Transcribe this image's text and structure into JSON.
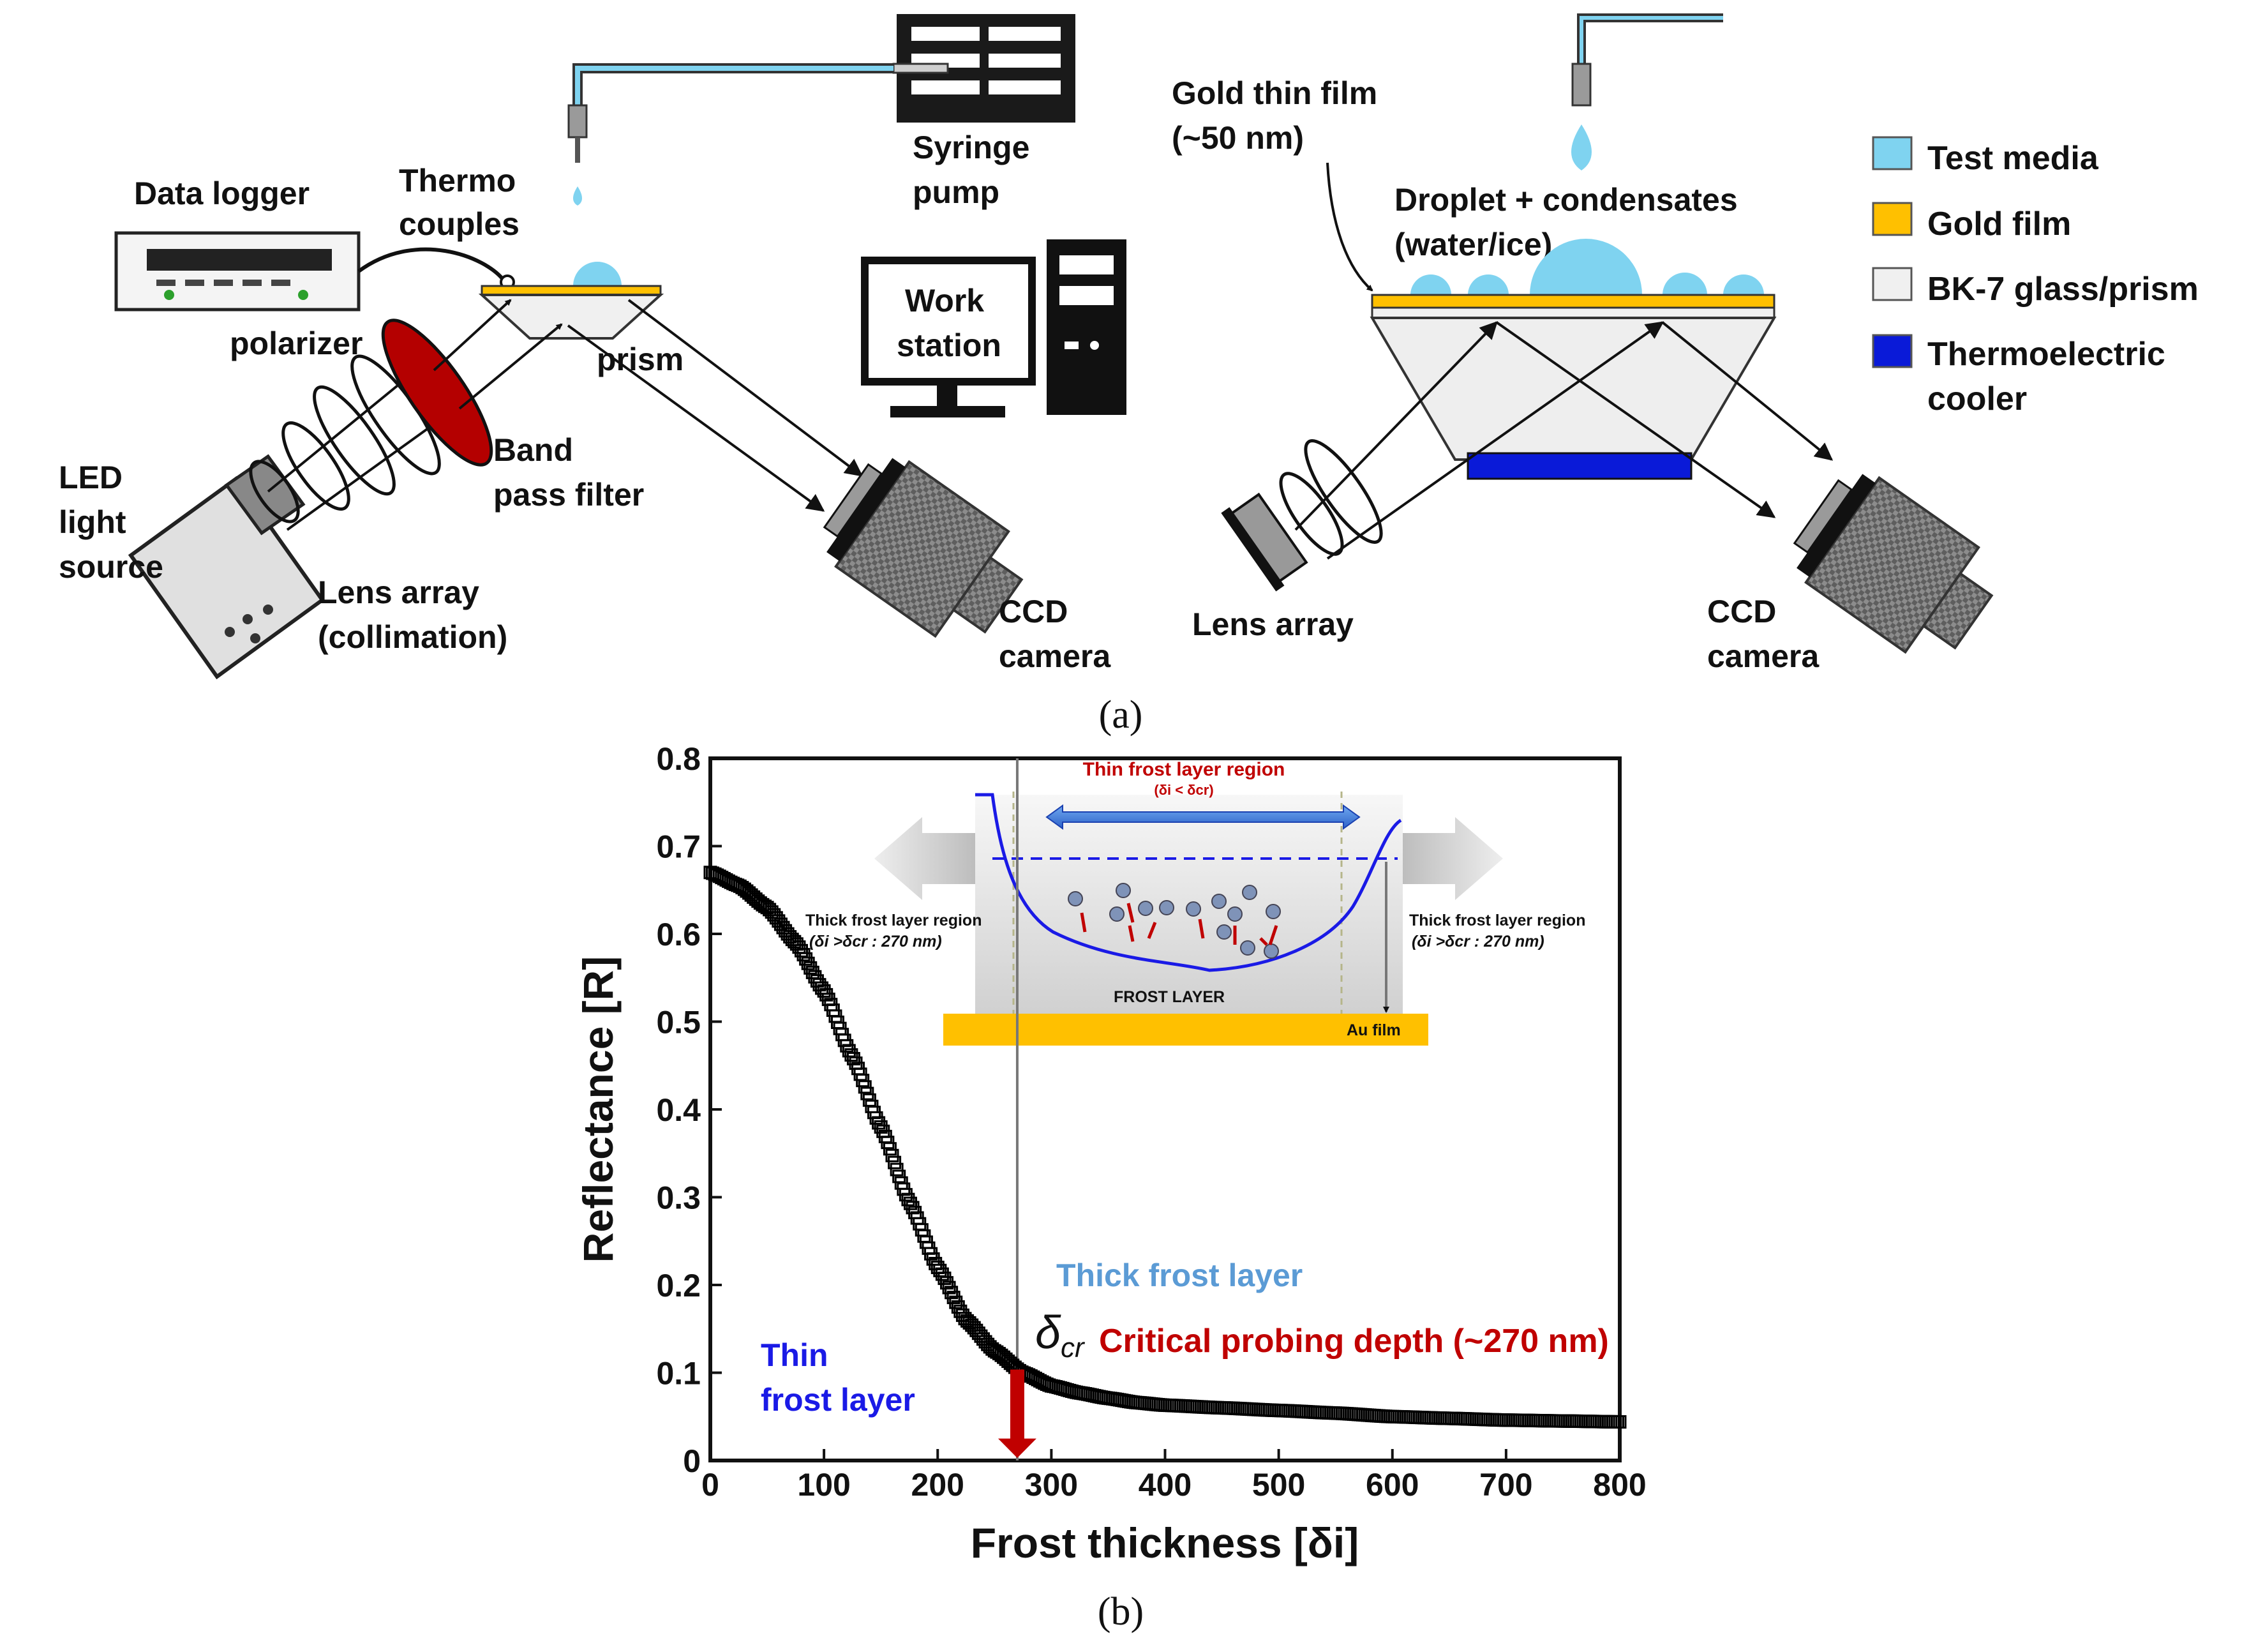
{
  "panel_a": {
    "caption": "(a)",
    "left": {
      "syringe_pump": [
        "Syringe",
        "pump"
      ],
      "data_logger": "Data logger",
      "thermocouples": [
        "Thermo",
        "couples"
      ],
      "polarizer": "polarizer",
      "prism": "prism",
      "work_station": [
        "Work",
        "station"
      ],
      "led_source": [
        "LED",
        "light",
        "source"
      ],
      "band_pass": [
        "Band",
        "pass filter"
      ],
      "lens_array": [
        "Lens array",
        "(collimation)"
      ],
      "ccd": [
        "CCD",
        "camera"
      ]
    },
    "right": {
      "gold_thin_film": [
        "Gold thin film",
        "(~50 nm)"
      ],
      "droplet": [
        "Droplet + condensates",
        "(water/ice)"
      ],
      "lens_array": "Lens array",
      "ccd": [
        "CCD",
        "camera"
      ]
    },
    "legend": [
      {
        "label": "Test media",
        "color": "#7fd3f0"
      },
      {
        "label": "Gold film",
        "color": "#ffc000"
      },
      {
        "label": "BK-7 glass/prism",
        "color": "#f0f0f0"
      },
      {
        "label": "Thermoelectric",
        "label2": "cooler",
        "color": "#0a1ad8"
      }
    ]
  },
  "panel_b": {
    "caption": "(b)",
    "inset": {
      "thin_region": "Thin frost layer region",
      "thin_condition": "(δi < δcr)",
      "thick_left": "Thick frost layer region",
      "thick_left_condition": "(δi >δcr : 270 nm)",
      "thick_right": "Thick frost layer region",
      "thick_right_condition": "(δi >δcr : 270 nm)",
      "frost_layer": "FROST LAYER",
      "au_film": "Au film"
    },
    "annotations": {
      "thick_frost": "Thick frost layer",
      "thin_frost": [
        "Thin",
        "frost layer"
      ],
      "delta": "δ",
      "delta_sub": "cr",
      "critical": "Critical probing depth (~270 nm)"
    },
    "colors": {
      "thin": "#1a1ae6",
      "thick": "#5b9bd5",
      "critical": "#c00000",
      "curve": "#000000"
    }
  },
  "chart_data": {
    "type": "scatter",
    "title": "",
    "xlabel": "Frost thickness [δi]",
    "ylabel": "Reflectance [R]",
    "xlim": [
      0,
      800
    ],
    "ylim": [
      0,
      0.8
    ],
    "xticks": [
      0,
      100,
      200,
      300,
      400,
      500,
      600,
      700,
      800
    ],
    "yticks": [
      0,
      0.1,
      0.2,
      0.3,
      0.4,
      0.5,
      0.6,
      0.7,
      0.8
    ],
    "ytick_labels": [
      "0",
      "0.1",
      "0.2",
      "0.3",
      "0.4",
      "0.5",
      "0.6",
      "0.7",
      "0.8"
    ],
    "x": [
      0,
      25,
      50,
      75,
      100,
      125,
      150,
      175,
      200,
      225,
      250,
      275,
      300,
      325,
      350,
      375,
      400,
      450,
      500,
      550,
      600,
      650,
      700,
      750,
      800
    ],
    "y": [
      0.67,
      0.655,
      0.63,
      0.59,
      0.535,
      0.46,
      0.38,
      0.295,
      0.22,
      0.16,
      0.125,
      0.1,
      0.085,
      0.077,
      0.071,
      0.066,
      0.063,
      0.06,
      0.057,
      0.054,
      0.05,
      0.048,
      0.046,
      0.045,
      0.044
    ],
    "critical_x": 270,
    "grid": false
  }
}
